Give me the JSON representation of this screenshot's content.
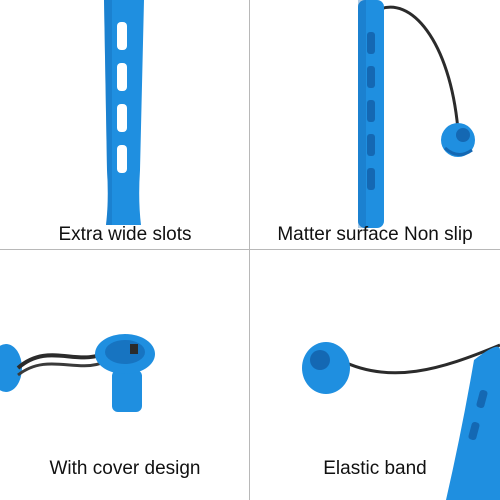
{
  "panels": [
    {
      "caption": "Extra wide slots"
    },
    {
      "caption": "Matter surface Non slip"
    },
    {
      "caption": "With cover design"
    },
    {
      "caption": "Elastic band"
    }
  ],
  "colors": {
    "rod_blue": "#1f8fe0",
    "rod_shadow": "#1468b3",
    "band": "#2b2b2b",
    "divider": "#b8b8b8"
  }
}
